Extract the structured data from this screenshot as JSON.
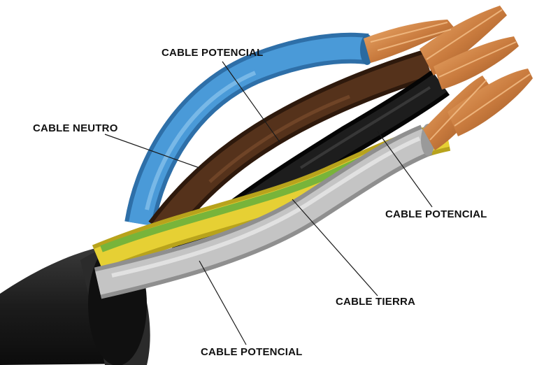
{
  "labels": {
    "potencial_top": "CABLE POTENCIAL",
    "neutro": "CABLE NEUTRO",
    "potencial_right": "CABLE POTENCIAL",
    "tierra": "CABLE TIERRA",
    "potencial_bottom": "CABLE POTENCIAL"
  },
  "colors": {
    "background": "#ffffff",
    "sheath": "#1f1f1f",
    "blue": "#3f8fd0",
    "brown": "#4a2a17",
    "black": "#151515",
    "yellow_green": "#d9c42a",
    "green_stripe": "#74b13a",
    "grey": "#bdbdbd",
    "copper": "#c97b3e",
    "label_text": "#111111"
  }
}
